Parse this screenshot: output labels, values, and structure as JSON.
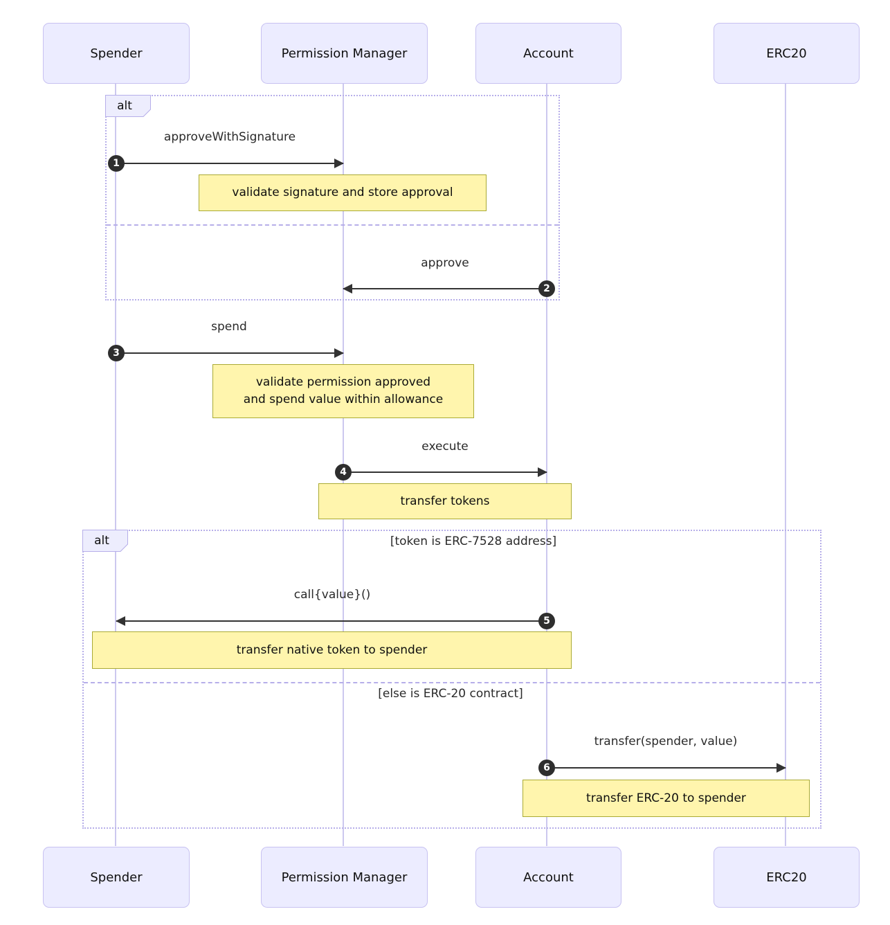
{
  "diagram_type": "sequence-diagram",
  "actors": [
    {
      "label": "Spender"
    },
    {
      "label": "Permission Manager"
    },
    {
      "label": "Account"
    },
    {
      "label": "ERC20"
    }
  ],
  "frames": {
    "alt1": {
      "label": "alt",
      "conditions": []
    },
    "alt2": {
      "label": "alt",
      "conditions": [
        "[token is ERC-7528 address]",
        "[else is ERC-20 contract]"
      ]
    }
  },
  "messages": [
    {
      "seq": "1",
      "label": "approveWithSignature",
      "from": "Spender",
      "to": "Permission Manager"
    },
    {
      "seq": "2",
      "label": "approve",
      "from": "Account",
      "to": "Permission Manager"
    },
    {
      "seq": "3",
      "label": "spend",
      "from": "Spender",
      "to": "Permission Manager"
    },
    {
      "seq": "4",
      "label": "execute",
      "from": "Permission Manager",
      "to": "Account"
    },
    {
      "seq": "5",
      "label": "call{value}()",
      "from": "Account",
      "to": "Spender"
    },
    {
      "seq": "6",
      "label": "transfer(spender, value)",
      "from": "Account",
      "to": "ERC20"
    }
  ],
  "notes": [
    {
      "text": "validate signature and store approval"
    },
    {
      "text": "validate permission approved\nand spend value within allowance"
    },
    {
      "text": "transfer tokens"
    },
    {
      "text": "transfer native token to spender"
    },
    {
      "text": "transfer ERC-20 to spender"
    }
  ],
  "colors": {
    "actor_fill": "#ECECFF",
    "actor_border": "#C7C1F1",
    "lifeline": "#CCC8EF",
    "frame_border": "#B6AEE9",
    "note_fill": "#FFF5AD",
    "note_border": "#AAAA33",
    "arrow": "#333333",
    "seq_badge": "#2E2E2E"
  }
}
